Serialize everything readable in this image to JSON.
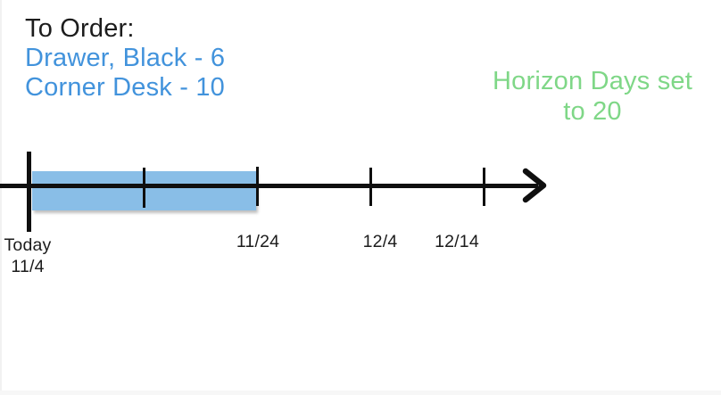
{
  "colors": {
    "text-black": "#1c1c1c",
    "accent-blue": "#4293dc",
    "band-blue": "#89bee7",
    "note-green": "#7fd787",
    "axis-black": "#0f0f0f"
  },
  "order_note": {
    "title": "To Order:",
    "items": [
      "Drawer, Black - 6",
      "Corner Desk - 10"
    ]
  },
  "horizon_note": {
    "line1": "Horizon Days set",
    "line2": "to 20"
  },
  "timeline": {
    "today_tick": {
      "label": "Today",
      "sublabel": "11/4"
    },
    "ticks": [
      {
        "label": "11/24"
      },
      {
        "label": "12/4"
      },
      {
        "label": "12/14"
      }
    ]
  }
}
